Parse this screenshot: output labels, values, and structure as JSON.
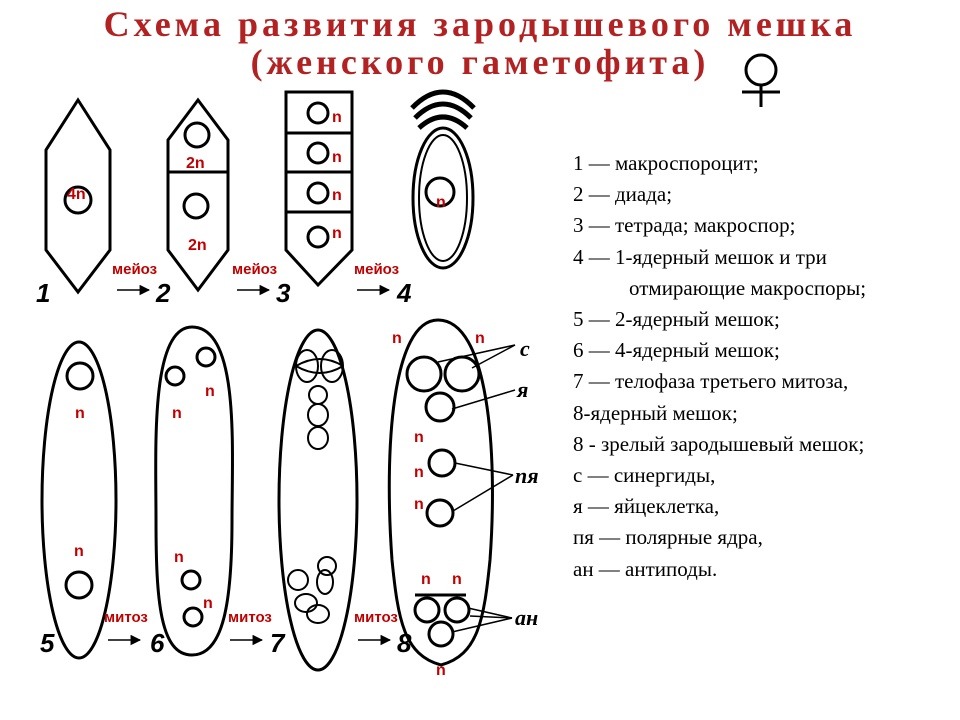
{
  "title": {
    "line1": "Схема развития зародышевого мешка",
    "line2": "(женского гаметофита)",
    "symbol": "♀"
  },
  "stage_numbers": [
    "1",
    "2",
    "3",
    "4",
    "5",
    "6",
    "7",
    "8"
  ],
  "steps": {
    "meiosis": "мейоз",
    "mitosis": "митоз"
  },
  "labels": {
    "tetraploid": "4n",
    "diploid": "2n",
    "haploid": "n"
  },
  "parts": {
    "synergids": "с",
    "egg": "я",
    "polar": "пя",
    "antipodes": "ан"
  },
  "legend": [
    "1 — макроспороцит;",
    "2 — диада;",
    "3 — тетрада; макроспор;",
    "4 — 1-ядерный мешок и три",
    "отмирающие макроспоры;",
    "5 — 2-ядерный мешок;",
    "6 — 4-ядерный мешок;",
    "7 — телофаза третьего митоза,",
    "8-ядерный мешок;",
    "8 - зрелый зародышевый мешок;",
    "с — синергиды,",
    "я — яйцеклетка,",
    "пя — полярные ядра,",
    "ан — антиподы."
  ]
}
